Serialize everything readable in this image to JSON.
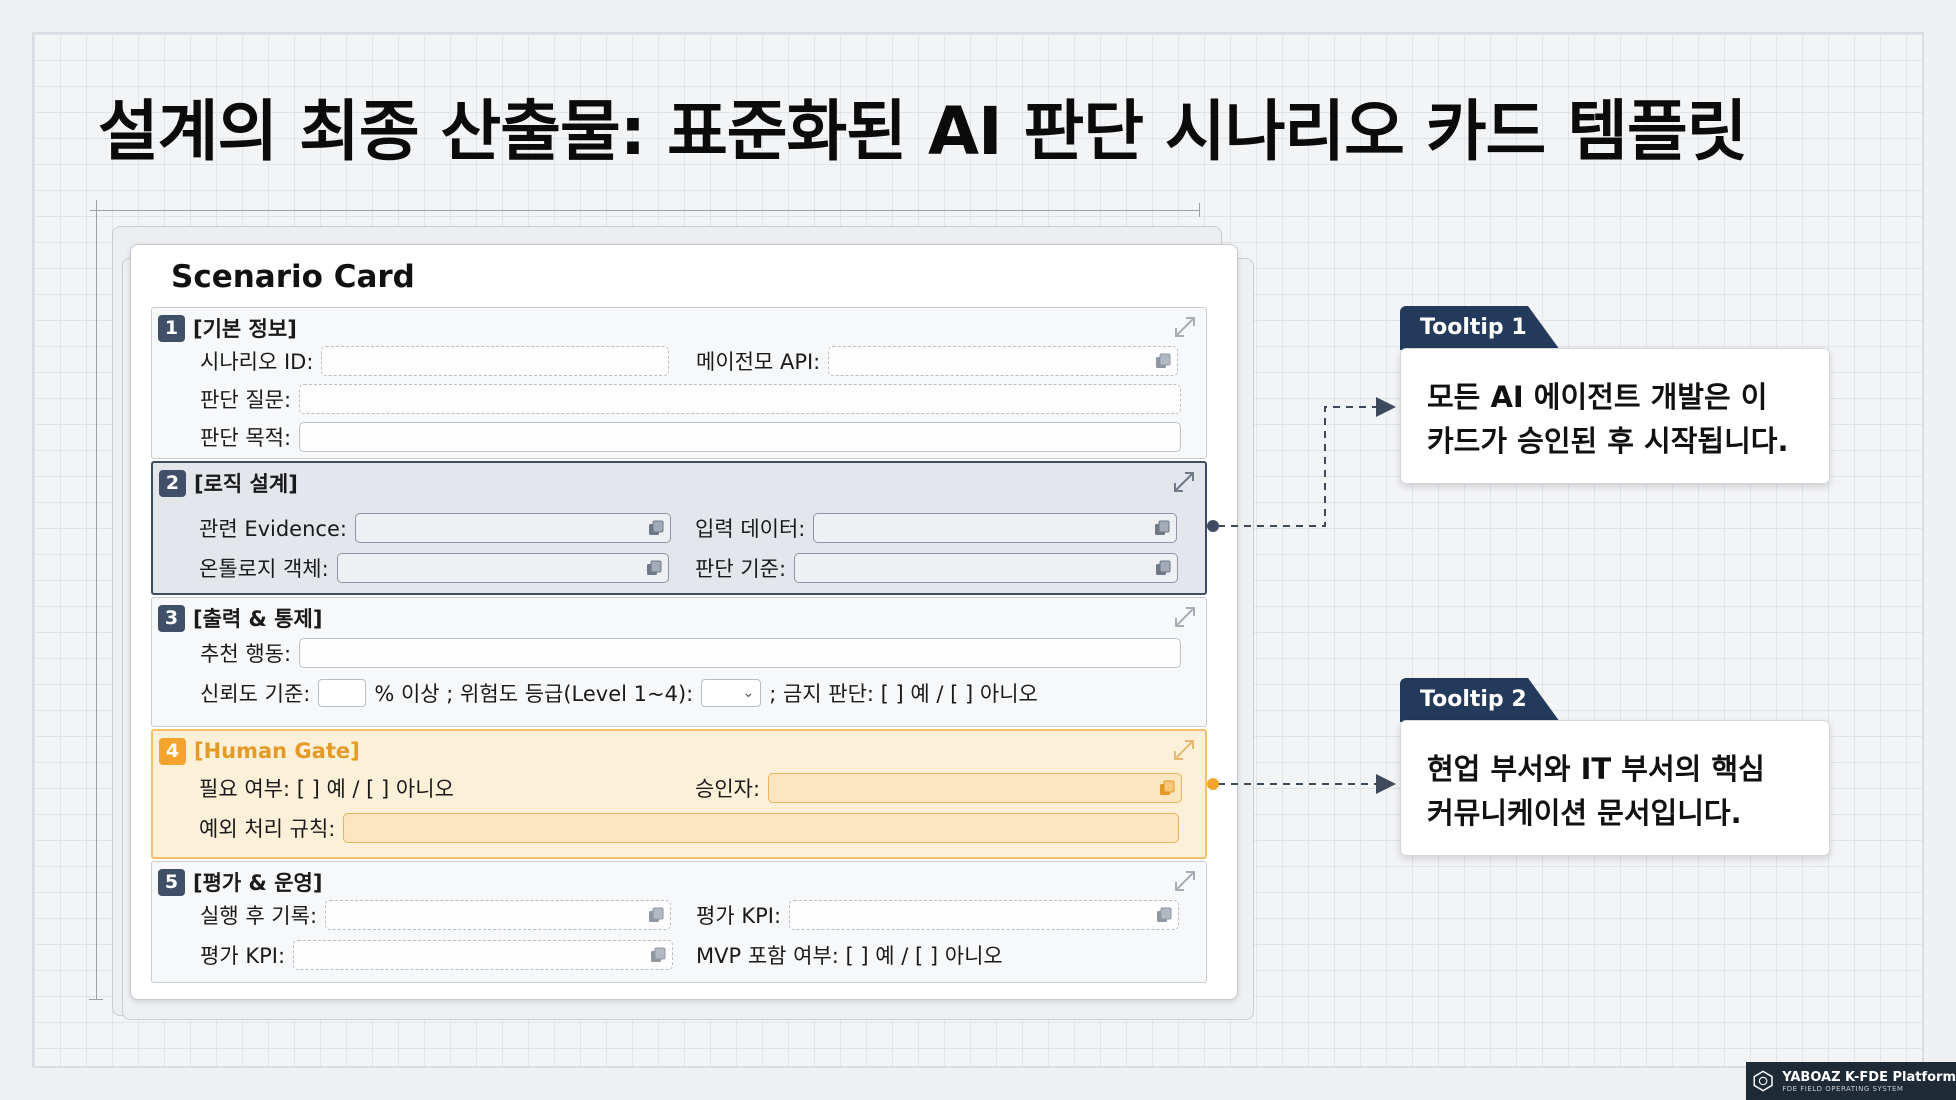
{
  "page_title": "설계의 최종 산출물: 표준화된 AI 판단 시나리오 카드 템플릿",
  "card": {
    "title": "Scenario Card",
    "sections": [
      {
        "num": "1",
        "title": "[기본 정보]",
        "labels": {
          "scenario_id": "시나리오 ID:",
          "metadata_api": "메이전모 API:",
          "question": "판단 질문:",
          "purpose": "판단 목적:"
        }
      },
      {
        "num": "2",
        "title": "[로직 설계]",
        "labels": {
          "evidence": "관련 Evidence:",
          "input_data": "입력 데이터:",
          "ontology": "온톨로지 객체:",
          "criteria": "판단 기준:"
        }
      },
      {
        "num": "3",
        "title": "[출력 & 통제]",
        "labels": {
          "action": "추천 행동:",
          "confidence": "신뢰도 기준:",
          "percent": "% 이상 ; 위험도 등급(Level 1~4):",
          "prohibited": "; 금지 판단: [    ] 예 / [    ] 아니오"
        }
      },
      {
        "num": "4",
        "title": "[Human Gate]",
        "labels": {
          "required": "필요 여부: [    ] 예 / [    ] 아니오",
          "approver": "승인자:",
          "exception": "예외 처리 규칙:"
        }
      },
      {
        "num": "5",
        "title": "[평가 & 운영]",
        "labels": {
          "post_record": "실행 후 기록:",
          "kpi_a": "평가 KPI:",
          "kpi_b": "평가 KPI:",
          "mvp": "MVP 포함 여부: [    ] 예 / [    ] 아니오"
        }
      }
    ]
  },
  "tooltips": [
    {
      "tab": "Tooltip 1",
      "lines": [
        "모든 AI 에이전트 개발은 이",
        "카드가 승인된 후 시작됩니다."
      ]
    },
    {
      "tab": "Tooltip 2",
      "lines": [
        "현업 부서와 IT 부서의 핵심",
        "커뮤니케이션 문서입니다."
      ]
    }
  ],
  "brand": {
    "name": "YABOAZ K-FDE Platform",
    "sub": "FDE FIELD OPERATING SYSTEM"
  },
  "colors": {
    "navy": "#243a5a",
    "section2_border": "#3e4c63",
    "human_gate_orange": "#f3a42e"
  }
}
